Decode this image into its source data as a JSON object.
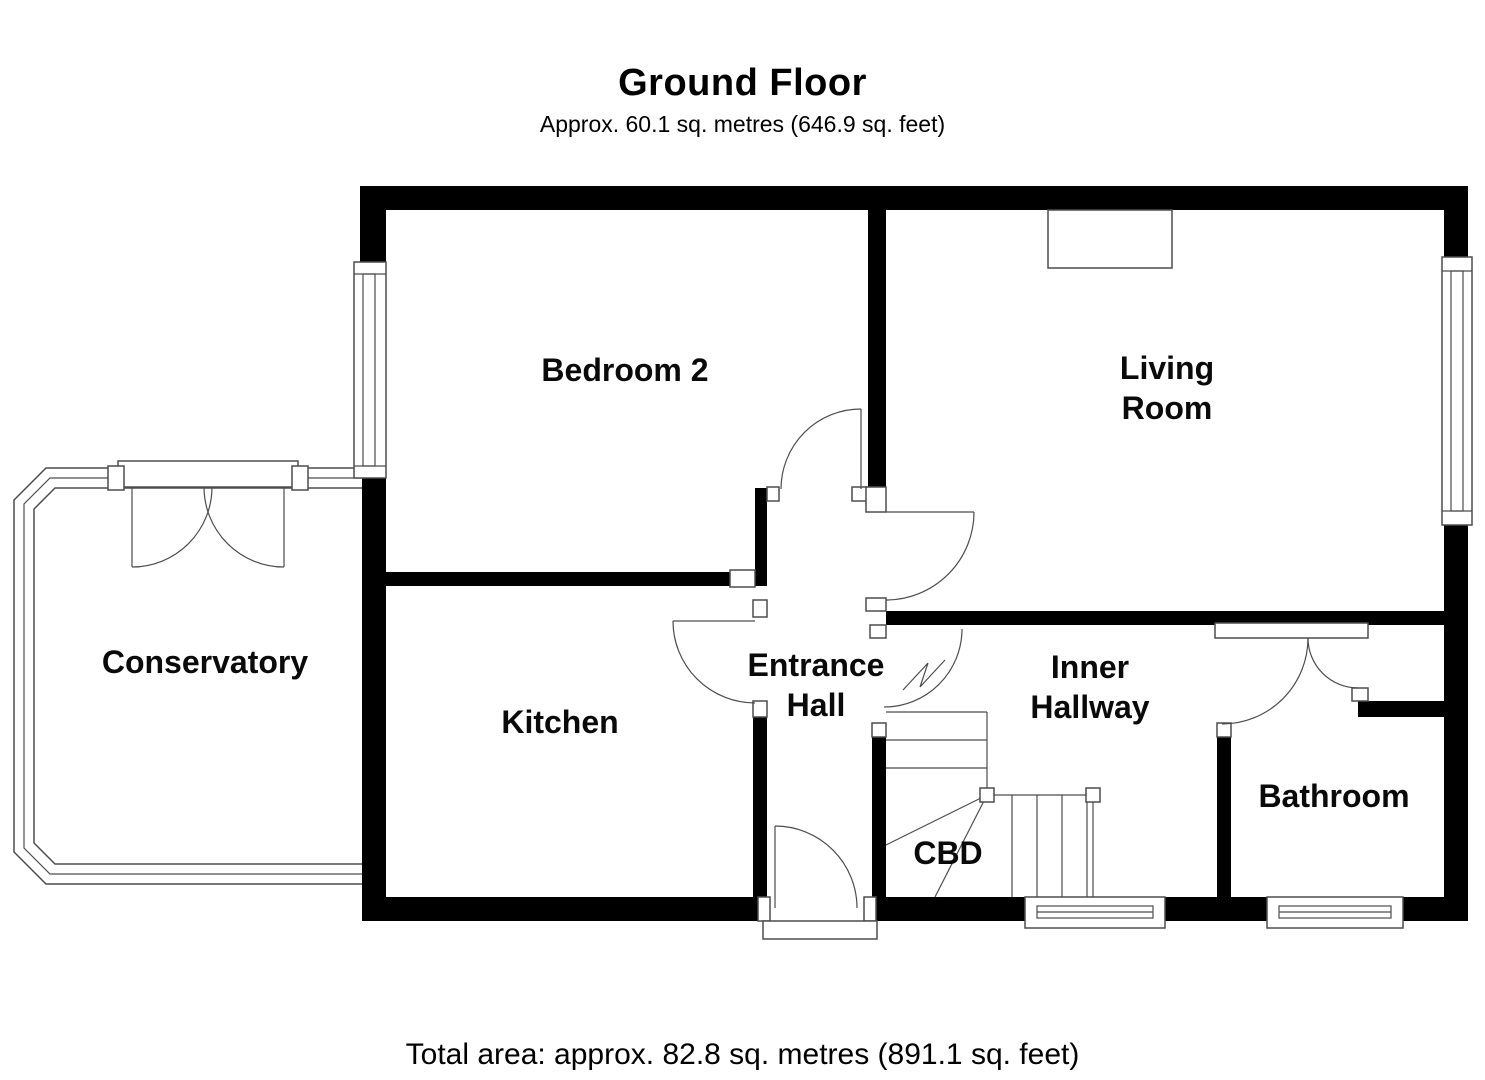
{
  "header": {
    "title": "Ground Floor",
    "subtitle": "Approx. 60.1 sq. metres (646.9 sq. feet)"
  },
  "footer": {
    "total_area": "Total area: approx. 82.8 sq. metres (891.1 sq. feet)"
  },
  "rooms": {
    "bedroom2": {
      "label": "Bedroom 2"
    },
    "living_room": {
      "line1": "Living",
      "line2": "Room"
    },
    "conservatory": {
      "label": "Conservatory"
    },
    "kitchen": {
      "label": "Kitchen"
    },
    "entrance_hall": {
      "line1": "Entrance",
      "line2": "Hall"
    },
    "inner_hallway": {
      "line1": "Inner",
      "line2": "Hallway"
    },
    "cbd": {
      "label": "CBD"
    },
    "bathroom": {
      "label": "Bathroom"
    }
  },
  "colors": {
    "wall": "#000000",
    "line": "#4d4d4d",
    "background": "#ffffff"
  }
}
